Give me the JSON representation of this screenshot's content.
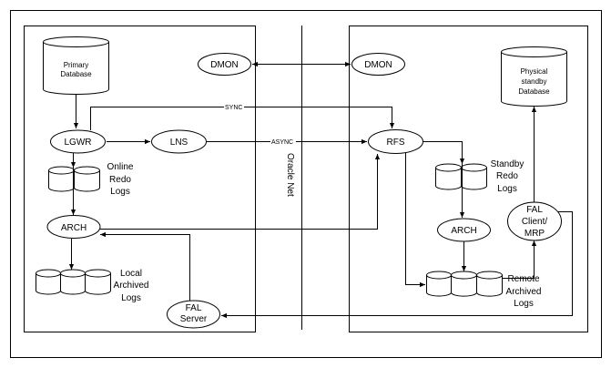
{
  "diagram": {
    "title": "Data Guard Redo Transport Architecture",
    "primary_site": {
      "database": [
        "Primary",
        "Database"
      ],
      "processes": {
        "dmon": "DMON",
        "lgwr": "LGWR",
        "lns": "LNS",
        "arch": "ARCH",
        "fal_server": [
          "FAL",
          "Server"
        ]
      },
      "online_redo_logs": [
        "Online",
        "Redo",
        "Logs"
      ],
      "local_archived_logs": [
        "Local",
        "Archived",
        "Logs"
      ]
    },
    "network": {
      "label": "Oracle Net",
      "sync_label": "SYNC",
      "async_label": "ASYNC"
    },
    "standby_site": {
      "database": [
        "Physical",
        "standby",
        "Database"
      ],
      "processes": {
        "dmon": "DMON",
        "rfs": "RFS",
        "arch": "ARCH",
        "fal_client": [
          "FAL",
          "Client/",
          "MRP"
        ]
      },
      "standby_redo_logs": [
        "Standby",
        "Redo",
        "Logs"
      ],
      "remote_archived_logs": [
        "Remote",
        "Archived",
        "Logs"
      ]
    }
  }
}
